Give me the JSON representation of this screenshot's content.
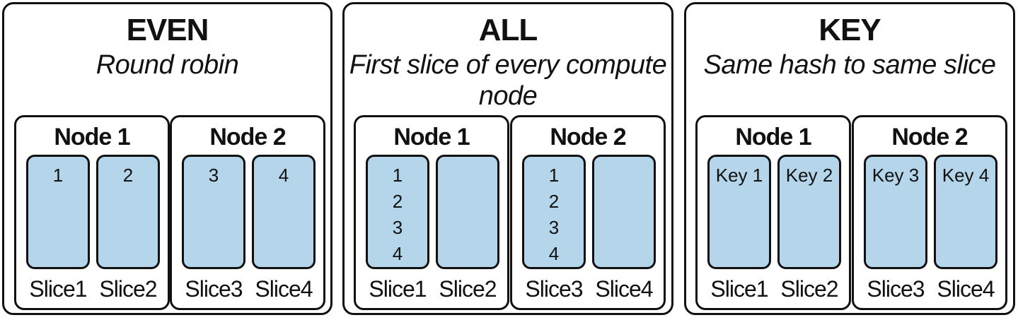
{
  "panels": [
    {
      "title": "EVEN",
      "subtitle_line1": "Round robin",
      "subtitle_line2": "",
      "nodes": [
        {
          "title": "Node 1",
          "slices": [
            {
              "label": "Slice1",
              "items": [
                "1"
              ]
            },
            {
              "label": "Slice2",
              "items": [
                "2"
              ]
            }
          ]
        },
        {
          "title": "Node 2",
          "slices": [
            {
              "label": "Slice3",
              "items": [
                "3"
              ]
            },
            {
              "label": "Slice4",
              "items": [
                "4"
              ]
            }
          ]
        }
      ]
    },
    {
      "title": "ALL",
      "subtitle_line1": "First slice of every compute",
      "subtitle_line2": "node",
      "nodes": [
        {
          "title": "Node 1",
          "slices": [
            {
              "label": "Slice1",
              "items": [
                "1",
                "2",
                "3",
                "4"
              ]
            },
            {
              "label": "Slice2",
              "items": []
            }
          ]
        },
        {
          "title": "Node 2",
          "slices": [
            {
              "label": "Slice3",
              "items": [
                "1",
                "2",
                "3",
                "4"
              ]
            },
            {
              "label": "Slice4",
              "items": []
            }
          ]
        }
      ]
    },
    {
      "title": "KEY",
      "subtitle_line1": "Same hash to same slice",
      "subtitle_line2": "",
      "nodes": [
        {
          "title": "Node 1",
          "slices": [
            {
              "label": "Slice1",
              "items": [
                "Key 1"
              ]
            },
            {
              "label": "Slice2",
              "items": [
                "Key 2"
              ]
            }
          ]
        },
        {
          "title": "Node 2",
          "slices": [
            {
              "label": "Slice3",
              "items": [
                "Key 3"
              ]
            },
            {
              "label": "Slice4",
              "items": [
                "Key 4"
              ]
            }
          ]
        }
      ]
    }
  ],
  "colors": {
    "slice_fill": "#b4d5ea",
    "border": "#111111"
  }
}
